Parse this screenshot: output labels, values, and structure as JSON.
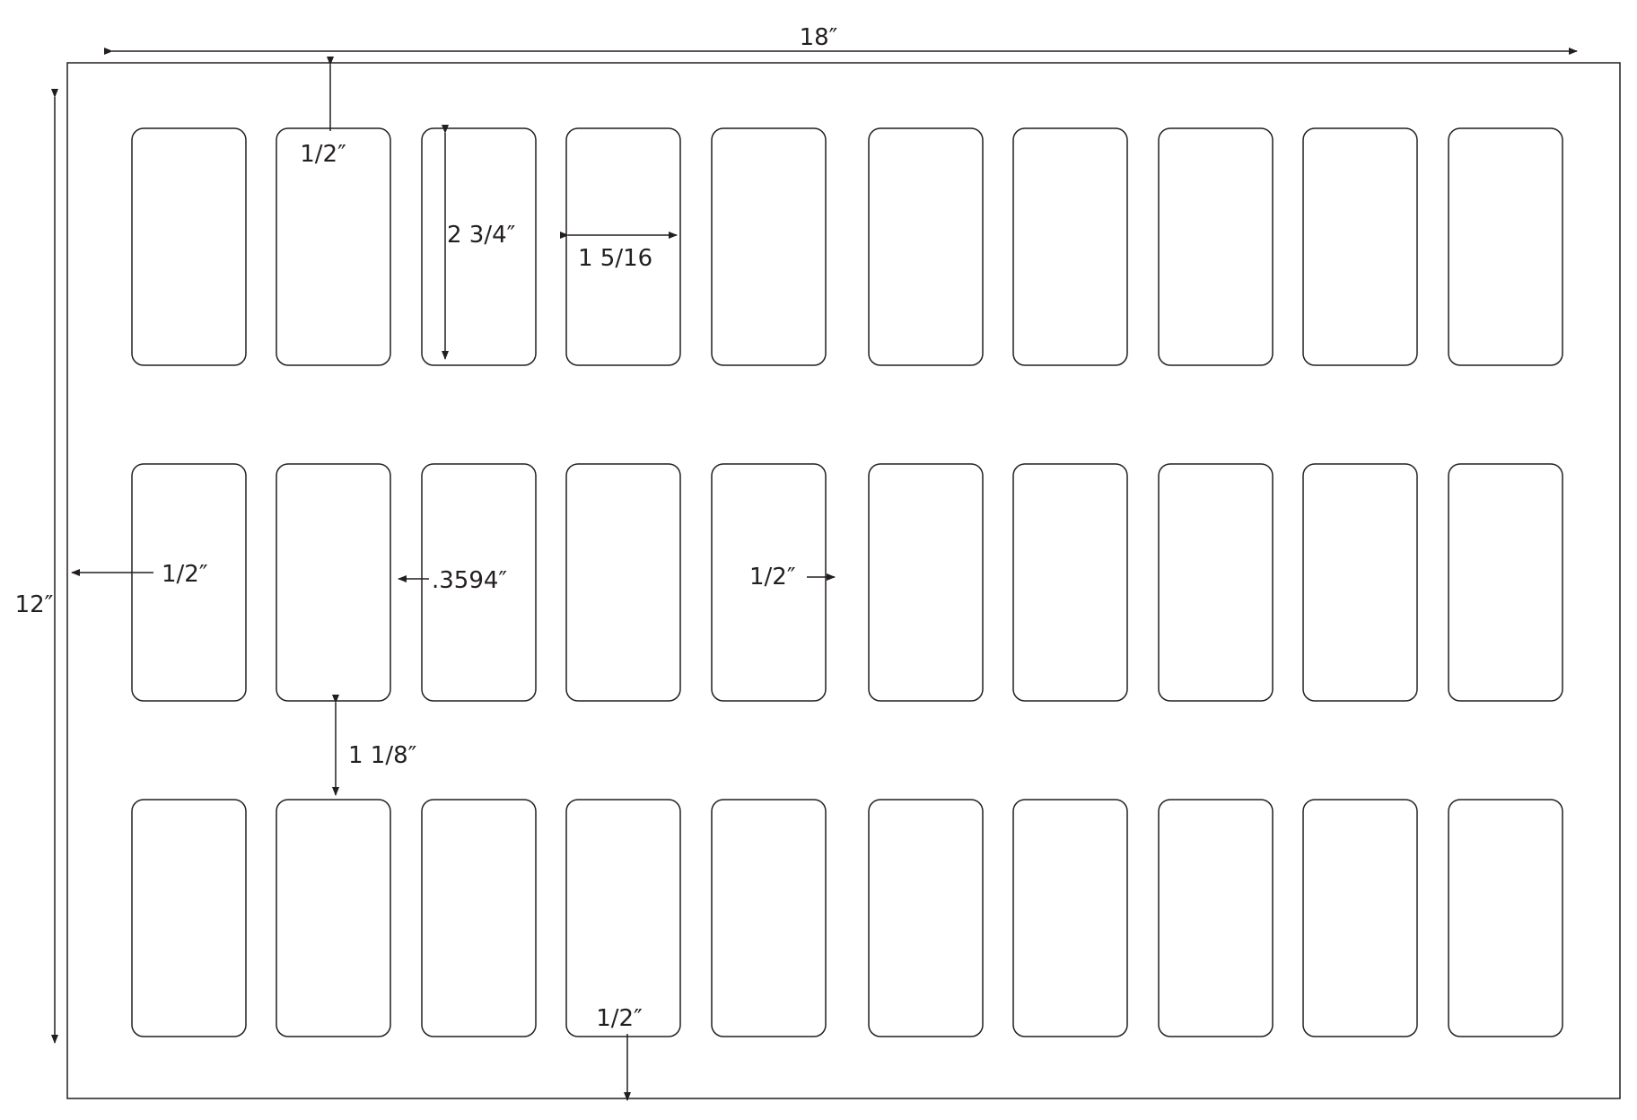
{
  "sheet": {
    "width_label": "18″",
    "height_label": "12″"
  },
  "labels": {
    "rows": 3,
    "columns": 10
  },
  "dimensions": {
    "top_margin": "1/2″",
    "label_height": "2 3/4″",
    "label_width": "1 5/16",
    "left_margin": "1/2″",
    "horizontal_gap": ".3594″",
    "center_gap": "1/2″",
    "vertical_gap": "1 1/8″",
    "bottom_margin": "1/2″"
  }
}
